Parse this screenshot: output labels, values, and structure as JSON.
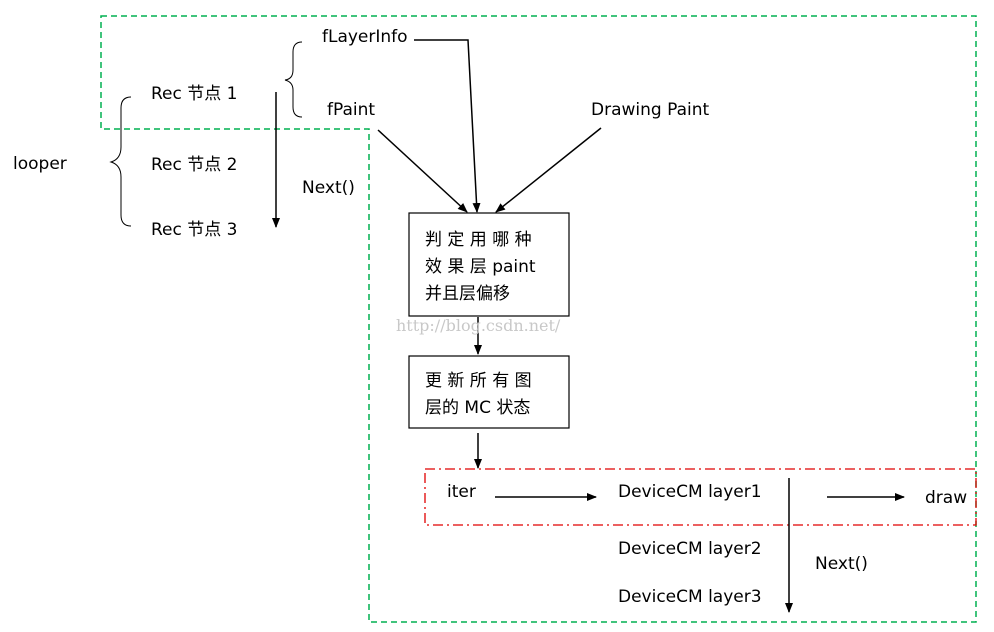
{
  "labels": {
    "looper": "looper",
    "rec_node_1": "Rec 节点 1",
    "rec_node_2": "Rec 节点 2",
    "rec_node_3": "Rec 节点 3",
    "next_top": "Next()",
    "f_layer_info": "fLayerInfo",
    "f_paint": "fPaint",
    "drawing_paint": "Drawing Paint",
    "iter": "iter",
    "device_layer_1": "DeviceCM layer1",
    "device_layer_2": "DeviceCM layer2",
    "device_layer_3": "DeviceCM layer3",
    "next_bottom": "Next()",
    "draw": "draw"
  },
  "box_decide": {
    "line1": "判 定 用 哪 种",
    "line2": "效 果 层   paint",
    "line3": "并且层偏移"
  },
  "box_update": {
    "line1": "更 新 所 有 图",
    "line2": "层的 MC 状态"
  },
  "watermark": "http://blog.csdn.net/",
  "colors": {
    "green_dashed_border": "#00b050",
    "red_dashdot_border": "#e00000",
    "stroke": "#000000"
  }
}
